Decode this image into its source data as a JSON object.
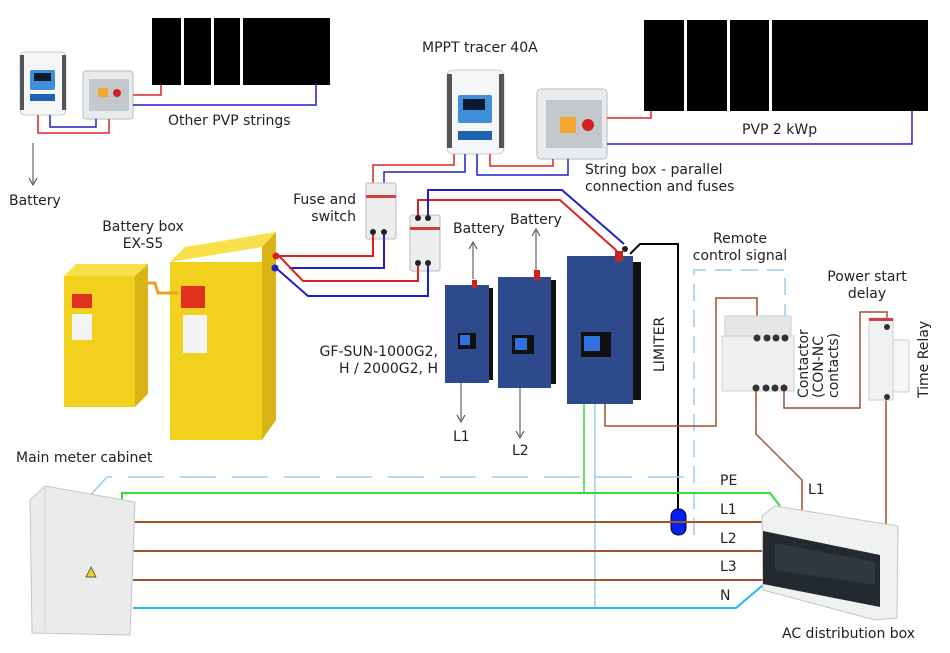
{
  "diagram": {
    "title": "Off-grid / grid-tie PV system wiring with battery box, grid-tie inverters, limiter and AC distribution",
    "colors": {
      "dc_positive": "#e02020",
      "dc_negative": "#2020c8",
      "phase": "#a0522d",
      "protective_earth": "#33dd33",
      "neutral": "#22bbee",
      "control_signal": "#99ccee",
      "limiter_wire": "#000000",
      "battery_link": "#f0a020",
      "inverter_body": "#2c4a8c",
      "battery_body": "#f2d01e",
      "pv_panel": "#000000"
    },
    "labels": {
      "other_pvp_strings": "Other PVP strings",
      "battery_left": "Battery",
      "mppt": "MPPT tracer 40A",
      "pvp_2kwp": "PVP 2 kWp",
      "string_box_line1": "String box - parallel",
      "string_box_line2": "connection and fuses",
      "fuse_line1": "Fuse and",
      "fuse_line2": "switch",
      "battery_box_line1": "Battery box",
      "battery_box_line2": "EX-S5",
      "battery_inv1": "Battery",
      "battery_inv2": "Battery",
      "inverter_model_line1": "GF-SUN-1000G2,",
      "inverter_model_line2": "H / 2000G2, H",
      "out_l1": "L1",
      "out_l2": "L2",
      "limiter": "LIMITER",
      "remote_line1": "Remote",
      "remote_line2": "control signal",
      "power_delay_line1": "Power start",
      "power_delay_line2": "delay",
      "contactor_line1": "Contactor",
      "contactor_line2": "(CON-NC",
      "contactor_line3": "contacts)",
      "time_relay": "Time Relay",
      "main_meter": "Main meter cabinet",
      "bus_pe": "PE",
      "bus_l1": "L1",
      "bus_l2": "L2",
      "bus_l3": "L3",
      "bus_n": "N",
      "contactor_l1": "L1",
      "ac_box": "AC distribution box"
    },
    "components": [
      {
        "id": "mppt-small",
        "name": "MPPT charge controller (other strings)"
      },
      {
        "id": "stringbox-small",
        "name": "String box (other strings)"
      },
      {
        "id": "pv-array-small",
        "name": "PV strings",
        "panels": 4
      },
      {
        "id": "mppt-main",
        "name": "MPPT tracer 40A"
      },
      {
        "id": "stringbox-main",
        "name": "String box"
      },
      {
        "id": "pv-array-main",
        "name": "PVP 2 kWp",
        "panels": 4
      },
      {
        "id": "fuse-1",
        "name": "Fuse and switch"
      },
      {
        "id": "fuse-2",
        "name": "Fuse and switch"
      },
      {
        "id": "battery-1",
        "name": "Battery box EX-S5"
      },
      {
        "id": "battery-2",
        "name": "Battery box EX-S5"
      },
      {
        "id": "inverter-1",
        "name": "GF-SUN inverter (L1)"
      },
      {
        "id": "inverter-2",
        "name": "GF-SUN inverter (L2)"
      },
      {
        "id": "inverter-3",
        "name": "GF-SUN inverter with limiter"
      },
      {
        "id": "contactor",
        "name": "Contactor"
      },
      {
        "id": "time-relay",
        "name": "Time Relay"
      },
      {
        "id": "meter-cabinet",
        "name": "Main meter cabinet"
      },
      {
        "id": "ac-box",
        "name": "AC distribution box"
      },
      {
        "id": "ct-sensor",
        "name": "Limiter current sensor"
      }
    ]
  }
}
